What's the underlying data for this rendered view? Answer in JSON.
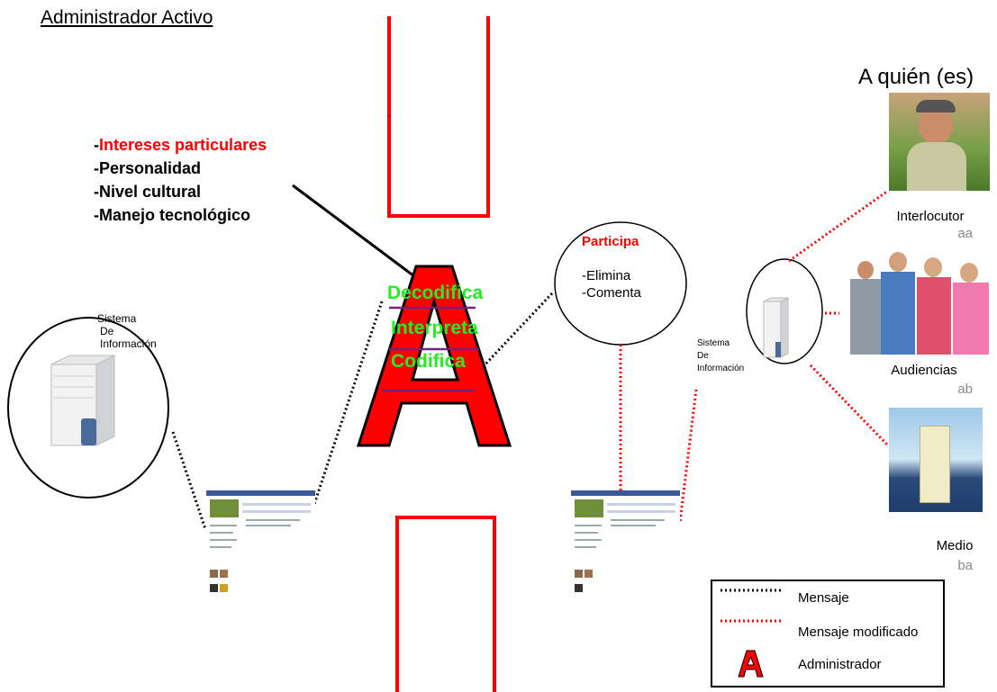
{
  "title": "Administrador Activo",
  "traits": {
    "item1": "Intereses particulares",
    "item2": "-Personalidad",
    "item3": "-Nivel cultural",
    "item4": "-Manejo tecnológico"
  },
  "admin_verbs": {
    "decodifica": "Decodifica",
    "interpreta": "Interpreta",
    "codifica": "Codifica"
  },
  "participa": {
    "title": "Participa",
    "elimina": "-Elimina",
    "comenta": "-Comenta"
  },
  "left_system": {
    "line1": "Sistema",
    "line2": "De",
    "line3": "Información"
  },
  "right_system": {
    "line1": "Sistema",
    "line2": "De",
    "line3": "Información"
  },
  "recipients": {
    "heading": "A quién (es)",
    "items": [
      {
        "name": "Interlocutor",
        "code": "aa"
      },
      {
        "name": "Audiencias",
        "code": "ab"
      },
      {
        "name": "Medio",
        "code": "ba"
      }
    ]
  },
  "legend": {
    "mensaje": "Mensaje",
    "mensaje_modificado": "Mensaje modificado",
    "administrador": "Administrador"
  },
  "colors": {
    "admin_red": "#ff0000",
    "verb_green": "#22ee22",
    "underline_purple": "#7a1f7a",
    "modified_line": "#ff0000",
    "message_line": "#000000"
  }
}
